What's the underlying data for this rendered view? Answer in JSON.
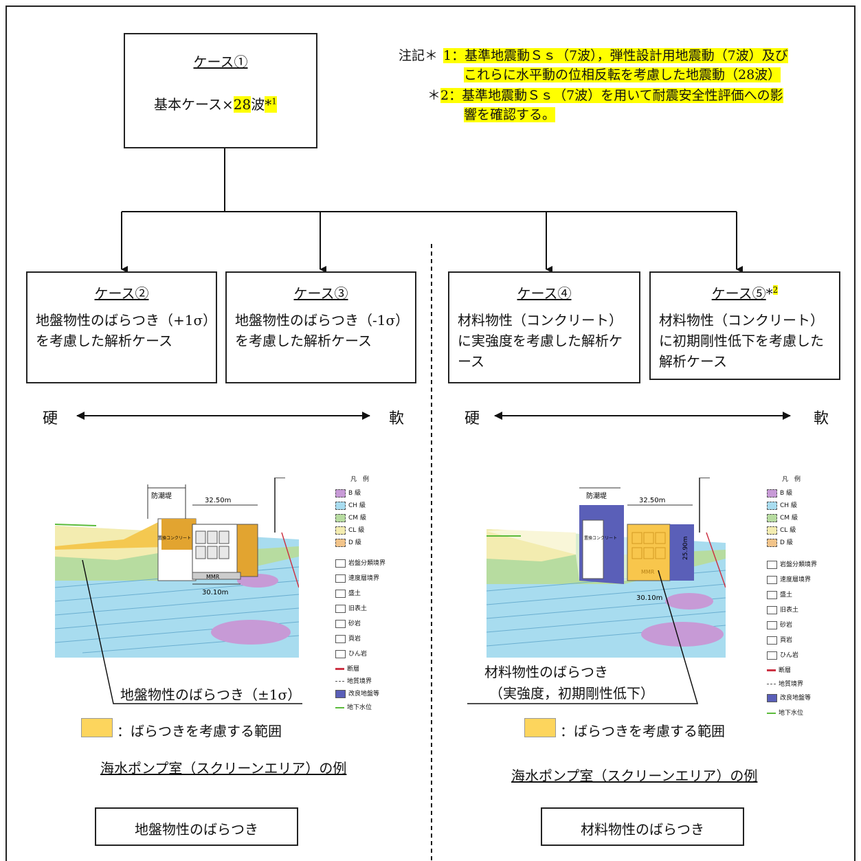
{
  "base_case": {
    "title": "ケース①",
    "body_prefix": "基本ケース×",
    "body_number": "28",
    "body_suffix": "波",
    "body_mark": "*",
    "body_sup": "1"
  },
  "notes": {
    "label": "注記",
    "n1_mark": "＊1：",
    "n1_line1": "基準地震動Ｓｓ（7波），弾性設計用地震動（7波）及び",
    "n1_line2": "これらに水平動の位相反転を考慮した地震動（28波）",
    "n2_mark": "＊2：",
    "n2_line1": "基準地震動Ｓｓ（7波）を用いて耐震安全性評価への影",
    "n2_line2": "響を確認する。"
  },
  "cases": [
    {
      "title": "ケース②",
      "body": "地盤物性のばらつき（+1σ）を考慮した解析ケース"
    },
    {
      "title": "ケース③",
      "body": "地盤物性のばらつき（-1σ）を考慮した解析ケース"
    },
    {
      "title": "ケース④",
      "body": "材料物性（コンクリート）に実強度を考慮した解析ケース"
    },
    {
      "title": "ケース⑤",
      "title_mark": "*",
      "title_sup": "2",
      "body": "材料物性（コンクリート）に初期剛性低下を考慮した解析ケース"
    }
  ],
  "axis": {
    "hard": "硬",
    "soft": "軟"
  },
  "left_panel": {
    "callout": "地盤物性のばらつき（±1σ）",
    "swatch_note": "：ばらつきを考慮する範囲",
    "example": "海水ポンプ室（スクリーンエリア）の例",
    "footer": "地盤物性のばらつき"
  },
  "right_panel": {
    "callout_line1": "材料物性のばらつき",
    "callout_line2": "（実強度，初期剛性低下）",
    "swatch_note": "：ばらつきを考慮する範囲",
    "example": "海水ポンプ室（スクリーンエリア）の例",
    "footer": "材料物性のばらつき"
  },
  "section": {
    "wall": "防潮堤",
    "width_top": "32.50m",
    "width_bottom": "30.10m",
    "height": "25.90m",
    "mmr": "MMR",
    "concrete": "置換コンクリート"
  },
  "legend": {
    "title": "凡　例",
    "items": [
      {
        "sym": "B",
        "label": "級"
      },
      {
        "sym": "CH",
        "label": "級"
      },
      {
        "sym": "CM",
        "label": "級"
      },
      {
        "sym": "CL",
        "label": "級"
      },
      {
        "sym": "D",
        "label": "級"
      },
      {
        "label": "岩盤分類境界"
      },
      {
        "label": "速度層境界"
      },
      {
        "label": "盛土"
      },
      {
        "label": "旧表土"
      },
      {
        "label": "砂岩"
      },
      {
        "label": "頁岩"
      },
      {
        "label": "ひん岩"
      },
      {
        "label": "断層"
      },
      {
        "label": "地質境界"
      },
      {
        "label": "改良地盤等"
      },
      {
        "label": "地下水位"
      }
    ]
  },
  "colors": {
    "highlight": "#ffff00",
    "swatch": "#fdd55d",
    "improved": "#5a5fb8",
    "water": "#a8dcef",
    "sand": "#f3ecb0",
    "green": "#b7dca0",
    "purple": "#c79ad6"
  }
}
